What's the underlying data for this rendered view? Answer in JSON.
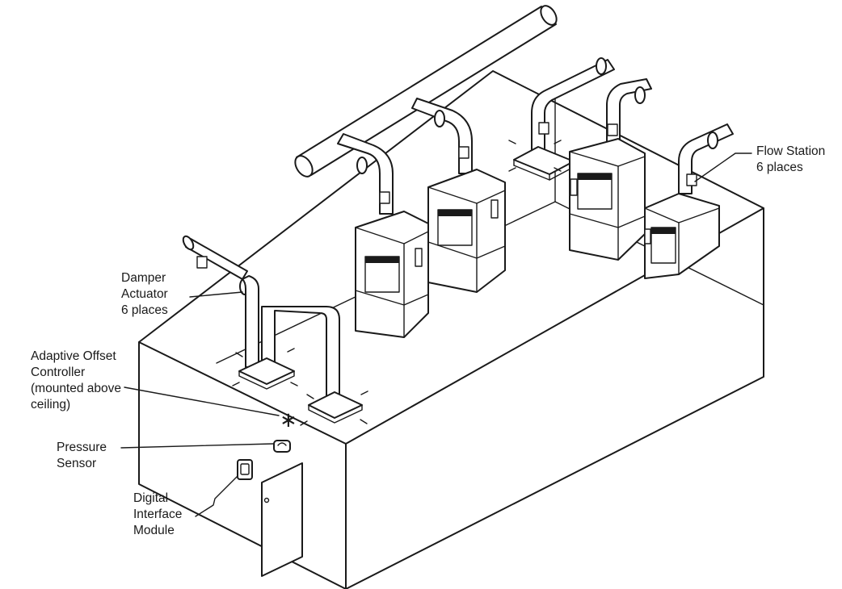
{
  "labels": {
    "flow_station": [
      "Flow Station",
      "6 places"
    ],
    "damper_actuator": [
      "Damper",
      "Actuator",
      "6 places"
    ],
    "adaptive_offset_controller": [
      "Adaptive Offset",
      "Controller",
      "(mounted above",
      "ceiling)"
    ],
    "pressure_sensor": [
      "Pressure",
      "Sensor"
    ],
    "digital_interface_module": [
      "Digital",
      "Interface",
      "Module"
    ]
  },
  "colors": {
    "line": "#1a1a1a",
    "background": "#ffffff"
  },
  "icons": {
    "controller_marker": "asterisk-icon"
  }
}
